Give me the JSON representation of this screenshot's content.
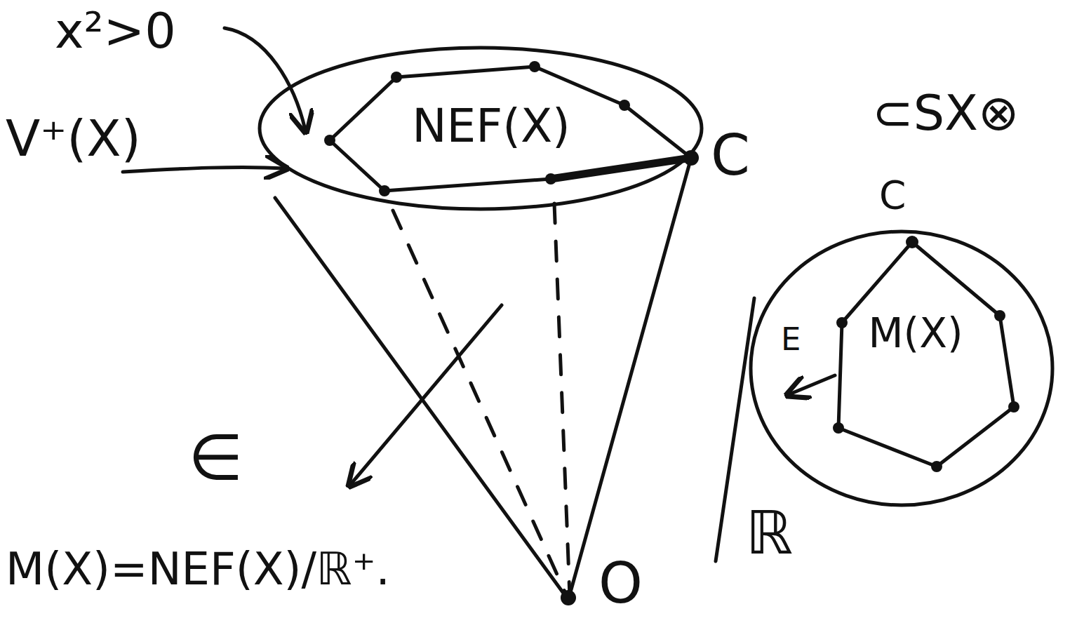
{
  "diagram": {
    "nodes": [
      {
        "text": [
          "NEF(X)"
        ]
      },
      {
        "text": [
          "M(X)"
        ]
      }
    ],
    "labels": [
      "x²>0",
      "V⁺(X)",
      "C",
      "⊂SX⊗",
      "C",
      "E",
      "∈",
      "M(X)=NEF(X)/ℝ⁺.",
      "O",
      "ℝ"
    ]
  }
}
